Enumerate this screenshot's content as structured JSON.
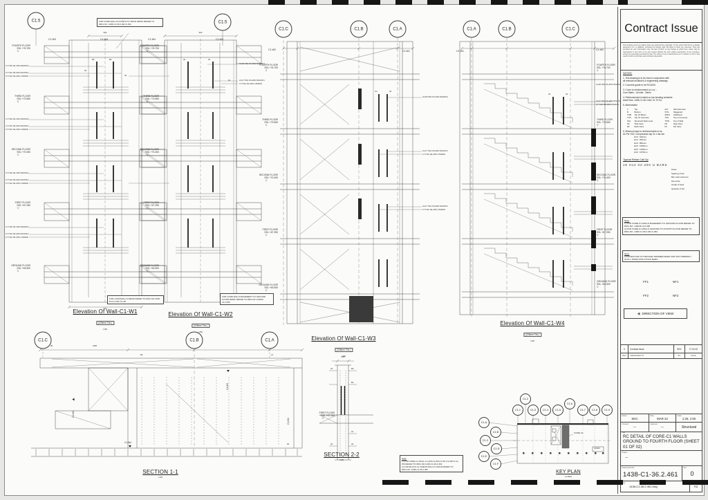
{
  "colors": {
    "line": "#4a4a4a",
    "dark": "#161616",
    "paper": "#fbfbf9"
  },
  "floors": [
    {
      "name": "FOURTH FLOOR",
      "ssl": "SSL +76.700"
    },
    {
      "name": "THIRD FLOOR",
      "ssl": "SSL +73.550"
    },
    {
      "name": "SECOND FLOOR",
      "ssl": "SSL +70.400"
    },
    {
      "name": "FIRST FLOOR",
      "ssl": "SSL +67.250"
    },
    {
      "name": "GROUND FLOOR",
      "ssl": "SSL +63.500"
    }
  ],
  "marks": {
    "m01": "01",
    "m02": "02",
    "m03": "03",
    "m04": "04",
    "mB1": "B1",
    "mB2": "B2",
    "mB3": "B3",
    "mB4": "B4",
    "m21": "21",
    "mC4": "C4"
  },
  "elevations": {
    "w1": {
      "bubble": "C1.5",
      "left_wall": "C1-W3",
      "right_wall": "C1-W4",
      "dim_top": "900",
      "dim_bottom": "900",
      "title": "Elevation Of Wall-C1-W1",
      "thk": "(225mm Thk.)",
      "scale": "1:50",
      "note_top": "FOR CORE WALLS FOURTH TO ROOF REINF REFER TO DRG.NO. 1438-C1-36.2.462 & 463",
      "note_bottom": "FOR LINKS/WALLS REINF REFER TO DRG.NO.1438-B-14.2.005 TO-08",
      "callout1": "17 H16 04-150 NF2/FF2",
      "callout2": "17 H12 03-200 NF1/FF1",
      "callout3": "17 H12 02-200 U BARS"
    },
    "w2": {
      "bubble": "C1.5",
      "left_wall": "C1-W4",
      "right_wall": "C1-W3",
      "dim_top": "900",
      "title": "Elevation Of Wall-C1-W2",
      "thk": "(225mm Thk.)",
      "scale": "1:50",
      "note_bottom": "FOR CORE WALLS BASEMENT TO GROUND FLOOR REINF REFER TO DRG.NO.1438-B-14.2.005.",
      "callout1": "2x18 H16 04-150 NF2/FF2",
      "callout2": "2x17 H12 03-200 NF1/FF1",
      "callout3": "17 H12 02-200 U BARS"
    },
    "w3": {
      "bubbles": [
        "C1.C",
        "C1.B",
        "C1.A"
      ],
      "left_wall": "C1-W2",
      "right_wall": "C1-W1",
      "title": "Elevation Of Wall-C1-W3",
      "thk": "(225mm Thk.)",
      "scale": "1:50",
      "callout1": "2x18 H16 04-150 NF2/FF2",
      "callout2": "2x17 H12 03-200 NF1/FF1",
      "callout3": "17 H12 02-200 U BARS"
    },
    "w4": {
      "bubbles": [
        "C1.A",
        "C1.B",
        "C1.C"
      ],
      "left_wall": "C1-W1",
      "right_wall": "C1-W2",
      "title": "Elevation Of Wall-C1-W4",
      "thk": "(225mm Thk.)",
      "scale": "1:50",
      "callout1": "2x18 H16 04-150 NF2/FF2",
      "callout2": "2x17 H12 03-200 NF1/FF1",
      "callout3": "17 H12 02-200 U BARS"
    }
  },
  "sections": {
    "s11": {
      "title": "SECTION 1-1",
      "scale": "1:25",
      "bubbles": [
        "C1.C",
        "C1.B",
        "C1.A"
      ],
      "marker_w2": "C1-W2",
      "marker_w3": "C1-W3",
      "marker_w4": "C1-W4",
      "marker_w1": "C1-W1",
      "dim1": "90",
      "dim2": "2350"
    },
    "s22": {
      "title": "SECTION 2-2",
      "scale": "1:25",
      "dim_top": "225",
      "floor": "FIRST FLOOR",
      "floor_ssl": "SSL +67.250"
    }
  },
  "key_plan": {
    "title": "KEY PLAN",
    "scale": "(1:200)",
    "top_bubbles": [
      "C1.1",
      "C1.2",
      "C1.3",
      "C1.4",
      "C1.5",
      "C1.6",
      "C1.7",
      "C1.8",
      "C1.9"
    ],
    "left_bubbles": [
      "C1.A",
      "C1.B",
      "C1.C",
      "C1.D",
      "C1.E",
      "C1.F"
    ],
    "core_label": "CORE C1",
    "wall_tag": "C1W10",
    "note_heading": "Note:",
    "notes": [
      "1) FOR CORE-C1 WALL-C1-W5,C1-W6,C1-W7,C1-W8 & C1-W9 REFER TO DRG.NO.1438-C1-36.2.462.",
      "2) FOR BLOCK-C1 SHEAR WALLS C1W10 REFER TO DRG.NO. 1438-C1-36.2.465"
    ]
  },
  "title_block": {
    "header": "Contract Issue",
    "copyright": "This drawing and any related notes are protected by copyright. To the extent that this is a design document it is, in addition, protected by design right. All rights to them are reserved. They are provided for your information only. No part of them or any design to which they relate may be reproduced in any form or by any means without the prior written permission of the company, except as expressly permitted by law. The doing of any unauthorised act in relation to them may result in both a civil claim and criminal prosecution.",
    "notes_heading": "NOTES:",
    "notes": [
      "1. This drawing is to be read in conjunction with\n    all relevant architect's & engineering drawings.",
      "2. Concrete grade to be RC32/40.",
      "3. Cover to reinforcement (u.n.o) :-\n    Core Walls :-   All side : 30mm",
      "4. Reinforcement is listed on bar bending schedule\n    sheet Nos. 1438-C1-36.2.461 01 TO 04.",
      "5. Abbreviation"
    ],
    "abbreviations": [
      [
        "T",
        "Top",
        "ALT.",
        "Alternate bars"
      ],
      [
        "B",
        "Bottom",
        "STG.",
        "Staggered"
      ],
      [
        "TOB",
        "Top Of Beam",
        "ADD1",
        "Additional"
      ],
      [
        "TOC",
        "Top Of Concrete",
        "TOC",
        "Top of Concrete"
      ],
      [
        "SSL",
        "Structural Slab Level",
        "TOW",
        "Top of Wall"
      ],
      [
        "SF",
        "Side Face",
        "NF",
        "Near Face"
      ],
      [
        "EF",
        "Each Face",
        "FF",
        "Far Face"
      ]
    ],
    "laps_intro": "6. Minimum laps to reinforcements to be\n    As Per SS2, Compression lap 31 x bar dia",
    "laps": [
      "H10 :  620mm",
      "H12 :  625mm",
      "H16 :  850mm",
      "H20 :  1050mm",
      "H25 :  1300mm",
      "H32 :  1675mm"
    ],
    "rebar": {
      "heading": "Typical Rebar Call Up",
      "example": "18 H12 02-200 U BARS",
      "labels": [
        "Notes",
        "Spacing of bar",
        "Bar mark reference",
        "Dia of bar",
        "Grade of steel",
        "Quantity of bar"
      ]
    },
    "note_box1": {
      "heading": "Note:",
      "items": [
        "1) FOR CORE-C1 WALLS BASEMENT TO GROUND FLOOR REFER TO DRG.NO. 1438-B-14.2.005.",
        "2) FOR CORE-C1 WALLS GROUND TO FOURTH FLOOR REFER TO DRG.NO. 1438-C1-36.2.461 & 462."
      ]
    },
    "note_box2": {
      "heading": "Note:",
      "text": "CONTRACTOR TO PROVIDE TRIMMER BARS FOR SVP OPENING / GULLY FROM SITE STOCK BARS"
    },
    "view": {
      "ff1": "FF1",
      "nf1": "NF1",
      "ff2": "FF2",
      "nf2": "NF2",
      "caption": "DIRECTION OF VIEW"
    },
    "revision": {
      "rows": [
        [
          "0",
          "Contract Issue",
          "SDC",
          "17.03.22"
        ],
        [
          "REV",
          "AMENDMENTS",
          "BY",
          "DATE"
        ]
      ]
    },
    "info": {
      "drawn_label": "Drawn:",
      "drawn": "SDC",
      "date_label": "Date:",
      "date": "MAR 22",
      "scale_label": "Scale:",
      "scale": "1:25, 1:50",
      "checked_label": "Checked:",
      "checked": "—",
      "approved_label": "Approved:",
      "approved": "—",
      "discipline": "Structural",
      "title_label": "Title:",
      "title": "RC DETAIL OF CORE-C1 WALLS GROUND TO FOURTH FLOOR (SHEET 01 OF 02)",
      "project_label": "Project:",
      "project": "—",
      "number_label": "Drawing Number:",
      "number": "1438-C1-36.2.461",
      "rev_label": "Rev:",
      "rev": "0",
      "file_label": "dwg:",
      "file": "1438-C1-36.2.461.dwg",
      "size": "A1"
    }
  }
}
